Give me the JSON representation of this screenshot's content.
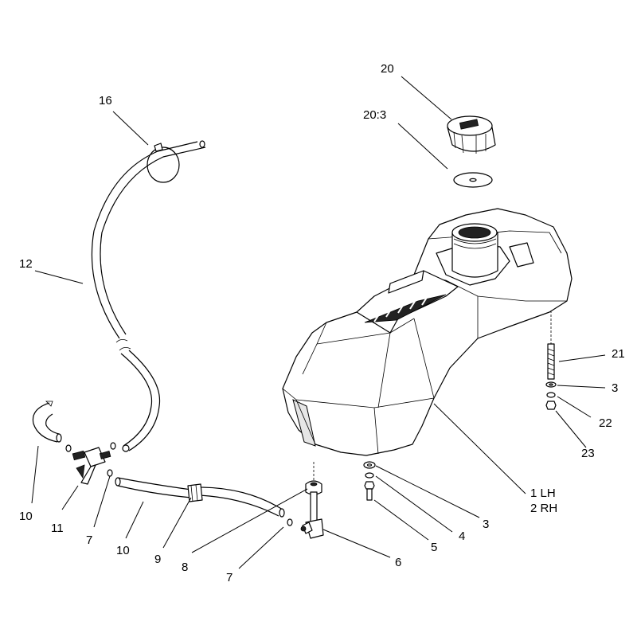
{
  "callouts": [
    {
      "id": "c20",
      "text": "20"
    },
    {
      "id": "c20_3",
      "text": "20:3"
    },
    {
      "id": "c16",
      "text": "16"
    },
    {
      "id": "c12",
      "text": "12"
    },
    {
      "id": "c21",
      "text": "21"
    },
    {
      "id": "c3a",
      "text": "3"
    },
    {
      "id": "c22",
      "text": "22"
    },
    {
      "id": "c23",
      "text": "23"
    },
    {
      "id": "c1",
      "text": "1 LH"
    },
    {
      "id": "c2",
      "text": "2 RH"
    },
    {
      "id": "c3b",
      "text": "3"
    },
    {
      "id": "c4",
      "text": "4"
    },
    {
      "id": "c5",
      "text": "5"
    },
    {
      "id": "c6",
      "text": "6"
    },
    {
      "id": "c7a",
      "text": "7"
    },
    {
      "id": "c7b",
      "text": "7"
    },
    {
      "id": "c8",
      "text": "8"
    },
    {
      "id": "c9",
      "text": "9"
    },
    {
      "id": "c10a",
      "text": "10"
    },
    {
      "id": "c10b",
      "text": "10"
    },
    {
      "id": "c11",
      "text": "11"
    }
  ]
}
